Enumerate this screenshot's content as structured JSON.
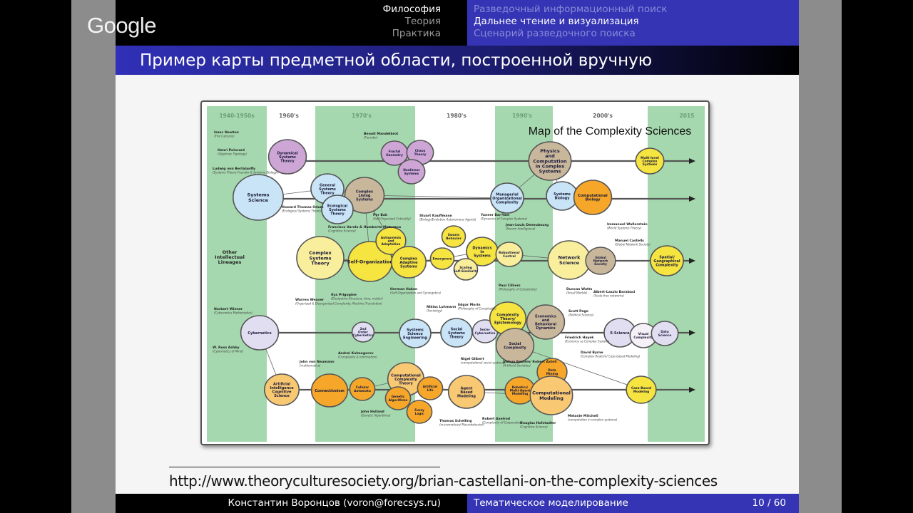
{
  "overlay": {
    "logo": "Google"
  },
  "header": {
    "sections": [
      {
        "label": "Философия",
        "active": true
      },
      {
        "label": "Теория",
        "active": false
      },
      {
        "label": "Практика",
        "active": false
      }
    ],
    "subsections": [
      {
        "label": "Разведочный информационный поиск",
        "active": false
      },
      {
        "label": "Дальнее чтение и визуализация",
        "active": true
      },
      {
        "label": "Сценарий разведочного поиска",
        "active": false
      }
    ]
  },
  "slide": {
    "title": "Пример карты предметной области, построенной вручную",
    "url": "http://www.theoryculturesociety.org/brian-castellani-on-the-complexity-sciences"
  },
  "map": {
    "title": "Map of the Complexity Sciences",
    "eras": [
      "1940-1950s",
      "1960's",
      "1970's",
      "1980's",
      "1990's",
      "2000's",
      "2015"
    ],
    "side_label": "Other Intellectual Lineages",
    "colors": {
      "band": "#a5d8ae",
      "purple": "#cda6d6",
      "blue": "#c8e4f6",
      "tan": "#c9b79c",
      "yellow": "#f6e440",
      "paleyellow": "#f8ee9c",
      "lavender": "#e2def2",
      "orange": "#f6a72a",
      "lightorange": "#f8c873",
      "line": "#555555"
    },
    "nodes": [
      {
        "id": "dst",
        "label": "Dynamical Systems Theory",
        "color": "purple"
      },
      {
        "id": "fg",
        "label": "Fractal Geometry",
        "color": "purple"
      },
      {
        "id": "ct",
        "label": "Chaos Theory",
        "color": "purple"
      },
      {
        "id": "ns",
        "label": "Nonlinear Systems",
        "color": "purple"
      },
      {
        "id": "pc",
        "label": "Physics and Computation in Complex Systems",
        "color": "tan"
      },
      {
        "id": "mlc",
        "label": "Multi-level Complex Systems",
        "color": "yellow"
      },
      {
        "id": "ss",
        "label": "Systems Science",
        "color": "blue"
      },
      {
        "id": "gst",
        "label": "General Systems Theory",
        "color": "blue"
      },
      {
        "id": "cls",
        "label": "Complex Living Systems",
        "color": "tan"
      },
      {
        "id": "est",
        "label": "Ecological Systems Theory",
        "color": "blue"
      },
      {
        "id": "moc",
        "label": "Managerial Organizational Complexity",
        "color": "blue"
      },
      {
        "id": "sb",
        "label": "Systems Biology",
        "color": "blue"
      },
      {
        "id": "cb",
        "label": "Computational Biology",
        "color": "orange"
      },
      {
        "id": "cst",
        "label": "Complex Systems Theory",
        "color": "paleyellow"
      },
      {
        "id": "so",
        "label": "Self-Organization",
        "color": "yellow"
      },
      {
        "id": "aa",
        "label": "Autopoiesis and Adaptation",
        "color": "yellow"
      },
      {
        "id": "cas",
        "label": "Complex Adaptive Systems",
        "color": "yellow"
      },
      {
        "id": "swb",
        "label": "Swarm Behavior",
        "color": "yellow"
      },
      {
        "id": "em",
        "label": "Emergence",
        "color": "yellow"
      },
      {
        "id": "dis",
        "label": "Dynamics in Systems",
        "color": "yellow"
      },
      {
        "id": "sss",
        "label": "Scaling Self-Similarity",
        "color": "paleyellow"
      },
      {
        "id": "rc",
        "label": "Robustness/ Control",
        "color": "paleyellow"
      },
      {
        "id": "nsc",
        "label": "Network Science",
        "color": "paleyellow"
      },
      {
        "id": "gns",
        "label": "Global Network Society",
        "color": "tan"
      },
      {
        "id": "sgc",
        "label": "Spatial/ Geographical Complexity",
        "color": "yellow"
      },
      {
        "id": "cyb",
        "label": "Cybernetics",
        "color": "lavender"
      },
      {
        "id": "soc",
        "label": "2nd Order Cybernetics",
        "color": "lavender"
      },
      {
        "id": "sse",
        "label": "Systems Science Engineering",
        "color": "blue"
      },
      {
        "id": "sst",
        "label": "Social Systems Theory",
        "color": "blue"
      },
      {
        "id": "scy",
        "label": "Socio- Cybernetics",
        "color": "lavender"
      },
      {
        "id": "cte",
        "label": "Complexity Theory/ Epistemology",
        "color": "yellow"
      },
      {
        "id": "ebd",
        "label": "Economics and Behavioral Dynamics",
        "color": "tan"
      },
      {
        "id": "sc",
        "label": "Social Complexity",
        "color": "tan"
      },
      {
        "id": "es",
        "label": "E-Science",
        "color": "lavender"
      },
      {
        "id": "vc",
        "label": "Visual Complexity",
        "color": "white"
      },
      {
        "id": "ds",
        "label": "Data Science",
        "color": "lavender"
      },
      {
        "id": "ai",
        "label": "Artificial Intelligence Cognitive Science",
        "color": "lightorange"
      },
      {
        "id": "con",
        "label": "Connectionism",
        "color": "orange"
      },
      {
        "id": "ca",
        "label": "Cellular Automata",
        "color": "orange"
      },
      {
        "id": "cct",
        "label": "Computational Complexity Theory",
        "color": "lightorange"
      },
      {
        "id": "ga",
        "label": "Genetic Algorithms",
        "color": "orange"
      },
      {
        "id": "al",
        "label": "Artificial Life",
        "color": "orange"
      },
      {
        "id": "fl",
        "label": "Fuzzy Logic",
        "color": "orange"
      },
      {
        "id": "abm",
        "label": "Agent Based Modeling",
        "color": "lightorange"
      },
      {
        "id": "rma",
        "label": "Robotics/ Multi-Agent Modeling",
        "color": "orange"
      },
      {
        "id": "dm",
        "label": "Data Mining",
        "color": "orange"
      },
      {
        "id": "cm",
        "label": "Computational Modeling",
        "color": "lightorange"
      },
      {
        "id": "cbm",
        "label": "Case-Based Modeling",
        "color": "yellow"
      }
    ],
    "people": [
      {
        "id": "newton",
        "name": "Isaac Newton",
        "note": "(The Calculus)"
      },
      {
        "id": "poincare",
        "name": "Henri Poincaré",
        "note": "(Algebraic Topology)"
      },
      {
        "id": "bertalanffy",
        "name": "Ludwig von Bertalanffy",
        "note": "(Systems Theory Founder & Systems Biology)"
      },
      {
        "id": "mandelbrot",
        "name": "Benoit Mandelbrot",
        "note": "(Founder)"
      },
      {
        "id": "odum",
        "name": "Howard Thomas Odum",
        "note": "(Ecological Systems Theory)"
      },
      {
        "id": "varela",
        "name": "Francisco Varela & Humberto Maturana",
        "note": "(Cognitive Science)"
      },
      {
        "id": "bak",
        "name": "Per Bak",
        "note": "(Self-Organized Criticality)"
      },
      {
        "id": "kauffman",
        "name": "Stuart Kauffmann",
        "note": "(Biology/Evolution Autonomous Agents)"
      },
      {
        "id": "baryam",
        "name": "Yaneer Bar-Yam",
        "note": "(Dynamics of Complex Systems)"
      },
      {
        "id": "deneubourg",
        "name": "Jean-Louis Deneubourg",
        "note": "(Swarm Intelligence)"
      },
      {
        "id": "wallerstein",
        "name": "Immanuel Wallerstein",
        "note": "(World Systems Theory)"
      },
      {
        "id": "castells",
        "name": "Manuel Castells",
        "note": "(Global Network Society)"
      },
      {
        "id": "weaver",
        "name": "Warren Weaver",
        "note": "(Organized & Disorganized Complexity, Machine Translation)"
      },
      {
        "id": "prigogine",
        "name": "Ilya Prigogine",
        "note": "(Dissipative Structure, time, matter)"
      },
      {
        "id": "haken",
        "name": "Herman Haken",
        "note": "(Self-Organization and Synergetics)"
      },
      {
        "id": "cilliers",
        "name": "Paul Cilliers",
        "note": "(Philosophy of Complexity)"
      },
      {
        "id": "watts",
        "name": "Duncan Watts",
        "note": "(Small Worlds)"
      },
      {
        "id": "barabasi",
        "name": "Albert-Laszlo Barabasi",
        "note": "(Scale-free networks)"
      },
      {
        "id": "wiener",
        "name": "Norbert Wiener",
        "note": "(Cybernetics Mathematics)"
      },
      {
        "id": "ashby",
        "name": "W. Ross Ashby",
        "note": "(Cybernetics of Mind)"
      },
      {
        "id": "neumann",
        "name": "John von Neumann",
        "note": "(mathematics)"
      },
      {
        "id": "kolmogorov",
        "name": "Andrei Kolmogorov",
        "note": "(Complexity & Information)"
      },
      {
        "id": "holland",
        "name": "John Holland",
        "note": "(Genetic Algorithms)"
      },
      {
        "id": "luhmann",
        "name": "Niklas Luhmann",
        "note": "(Sociology)"
      },
      {
        "id": "morin",
        "name": "Edgar Morin",
        "note": "(Philosophy of Complexity)"
      },
      {
        "id": "gilbert",
        "name": "Nigel Gilbert",
        "note": "(computational social systems)"
      },
      {
        "id": "epstein",
        "name": "Joshua Epstein/ Robert Axtell",
        "note": "(Artificial Societies)"
      },
      {
        "id": "page",
        "name": "Scott Page",
        "note": "(Political Science)"
      },
      {
        "id": "hayek",
        "name": "Friedrich Hayek",
        "note": "(Economy as Complex System)"
      },
      {
        "id": "byrne",
        "name": "David Byrne",
        "note": "(Complex Realism/ Case-based Modeling)"
      },
      {
        "id": "schelling",
        "name": "Thomas Schelling",
        "note": "(micromotives/ Macrobehavior)"
      },
      {
        "id": "axelrod",
        "name": "Robert Axelrod",
        "note": "(Complexity of Cooperation)"
      },
      {
        "id": "hofstadter",
        "name": "Douglas Hofstadter",
        "note": "(Cognitive Science)"
      },
      {
        "id": "mitchell",
        "name": "Melanie Mitchell",
        "note": "(computation in complex systems)"
      }
    ]
  },
  "footer": {
    "author": "Константин Воронцов (voron@forecsys.ru)",
    "course": "Тематическое моделирование",
    "page": "10 / 60"
  }
}
